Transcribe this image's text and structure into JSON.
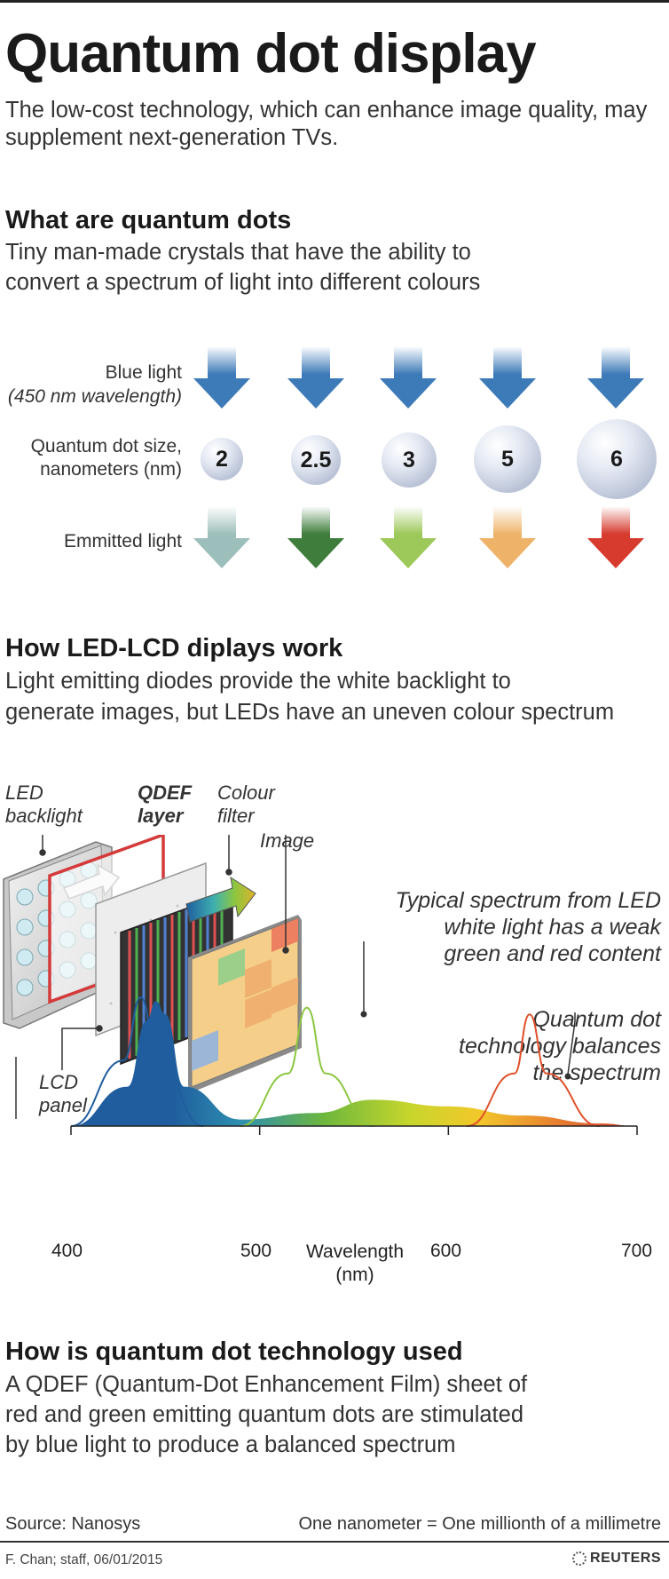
{
  "header": {
    "title": "Quantum dot display",
    "subtitle": "The low-cost technology, which can enhance image quality, may supplement next-generation TVs."
  },
  "section1": {
    "heading": "What are quantum dots",
    "body_line1": "Tiny man-made crystals that have the ability to",
    "body_line2": "convert a spectrum of light into different colours",
    "row_blue_label": "Blue light",
    "row_blue_sub": "(450 nm wavelength)",
    "row_size_label1": "Quantum dot size,",
    "row_size_label2": "nanometers (nm)",
    "row_emit_label": "Emmitted light",
    "dots": [
      {
        "size": "2",
        "color": "#9dbfbb"
      },
      {
        "size": "2.5",
        "color": "#3f7d3c"
      },
      {
        "size": "3",
        "color": "#9dc85a"
      },
      {
        "size": "5",
        "color": "#eeb369"
      },
      {
        "size": "6",
        "color": "#d63b2e"
      }
    ],
    "blue_color": "#3d7ab8"
  },
  "section2": {
    "heading": "How LED-LCD diplays work",
    "body_line1": "Light emitting diodes provide the white backlight to",
    "body_line2": "generate images, but LEDs have an uneven colour spectrum",
    "labels": {
      "led_backlight_1": "LED",
      "led_backlight_2": "backlight",
      "qdef_1": "QDEF",
      "qdef_2": "layer",
      "colour_filter_1": "Colour",
      "colour_filter_2": "filter",
      "image": "Image",
      "lcd_panel_1": "LCD",
      "lcd_panel_2": "panel"
    },
    "annotation_led_1": "Typical spectrum from LED",
    "annotation_led_2": "white light has a weak",
    "annotation_led_3": "green and red content",
    "annotation_qd_1": "Quantum dot",
    "annotation_qd_2": "technology balances",
    "annotation_qd_3": "the spectrum"
  },
  "chart_data": {
    "type": "area",
    "xlabel": "Wavelength (nm)",
    "xlim": [
      400,
      700
    ],
    "x_ticks": [
      "400",
      "500",
      "600",
      "700"
    ],
    "series": [
      {
        "x": [
          400,
          430,
          440,
          445,
          450,
          460,
          490,
          530,
          560,
          600,
          640,
          680,
          700
        ],
        "values": [
          0,
          0.3,
          0.8,
          0.95,
          0.85,
          0.3,
          0.05,
          0.1,
          0.2,
          0.15,
          0.08,
          0.02,
          0
        ]
      },
      {
        "x": [
          490,
          515,
          525,
          535,
          560
        ],
        "values": [
          0,
          0.4,
          0.9,
          0.4,
          0
        ]
      },
      {
        "x": [
          610,
          635,
          643,
          652,
          680
        ],
        "values": [
          0,
          0.4,
          0.85,
          0.4,
          0
        ]
      }
    ],
    "colors": {
      "blue": "#1f5d9e",
      "green": "#8cc63f",
      "red": "#e0502a"
    }
  },
  "section3": {
    "heading": "How is quantum dot technology used",
    "body_line1": "A QDEF (Quantum-Dot Enhancement Film) sheet of",
    "body_line2": "red and green emitting quantum dots are stimulated",
    "body_line3": "by blue light to produce a balanced spectrum"
  },
  "footer": {
    "source": "Source: Nanosys",
    "note": "One nanometer = One millionth of a millimetre",
    "credit": "F. Chan; staff, 06/01/2015",
    "logo": "REUTERS"
  }
}
